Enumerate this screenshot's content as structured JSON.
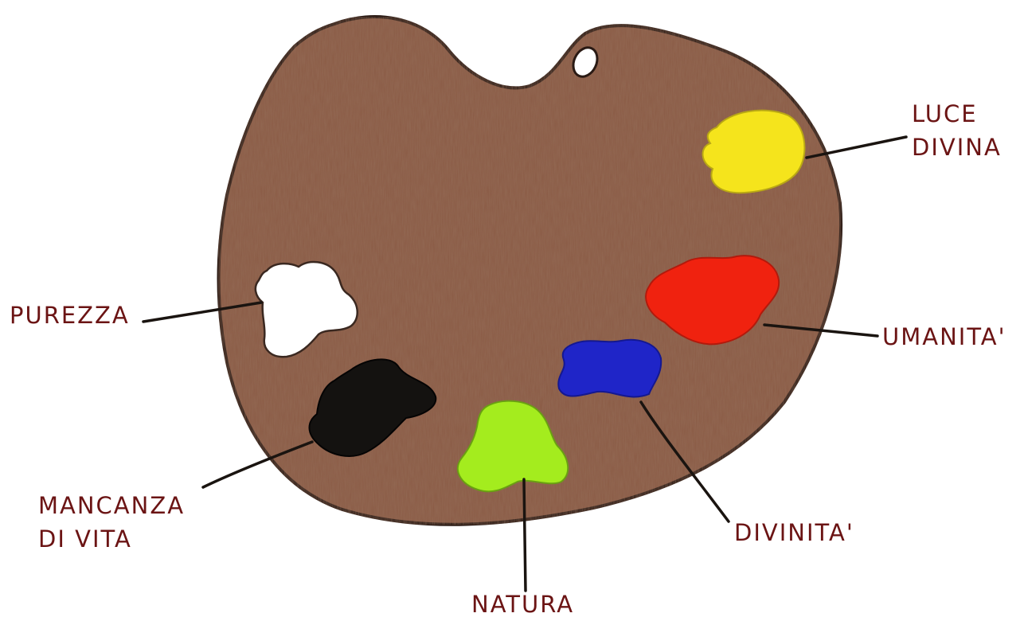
{
  "palette": {
    "wood_color": "#8a5a44",
    "outline_color": "#2a1a14",
    "label_color": "#6b1414"
  },
  "paints": [
    {
      "id": "luce-divina",
      "color": "#f5e41c",
      "label_lines": [
        "LUCE",
        "DIVINA"
      ]
    },
    {
      "id": "umanita",
      "color": "#f0220f",
      "label_lines": [
        "UMANITA'"
      ]
    },
    {
      "id": "divinita",
      "color": "#1f25c8",
      "label_lines": [
        "DIVINITA'"
      ]
    },
    {
      "id": "natura",
      "color": "#a4ec1e",
      "label_lines": [
        "NATURA"
      ]
    },
    {
      "id": "mancanza-di-vita",
      "color": "#141210",
      "label_lines": [
        "MANCANZA",
        "DI VITA"
      ]
    },
    {
      "id": "purezza",
      "color": "#ffffff",
      "label_lines": [
        "PUREZZA"
      ]
    }
  ]
}
